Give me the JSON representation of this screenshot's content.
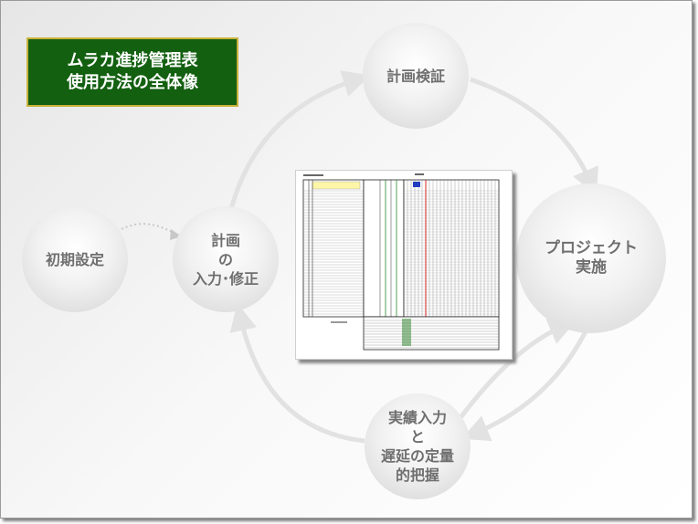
{
  "title": {
    "line1": "ムラカ進捗管理表",
    "line2": "使用方法の全体像"
  },
  "nodes": {
    "initial": {
      "label": "初期設定"
    },
    "edit": {
      "line1": "計画",
      "line2": "の",
      "line3": "入力･修正"
    },
    "verify": {
      "label": "計画検証"
    },
    "project": {
      "line1": "プロジェクト",
      "line2": "実施"
    },
    "actual": {
      "line1": "実績入力",
      "line2": "と",
      "line3": "遅延の定量",
      "line4": "的把握"
    }
  },
  "colors": {
    "title_bg": "#136010",
    "title_border": "#c9b23c",
    "node_text": "#6f6f6f",
    "arrow": "#e2e2e2"
  },
  "icons": {
    "spreadsheet": "spreadsheet-thumbnail"
  }
}
